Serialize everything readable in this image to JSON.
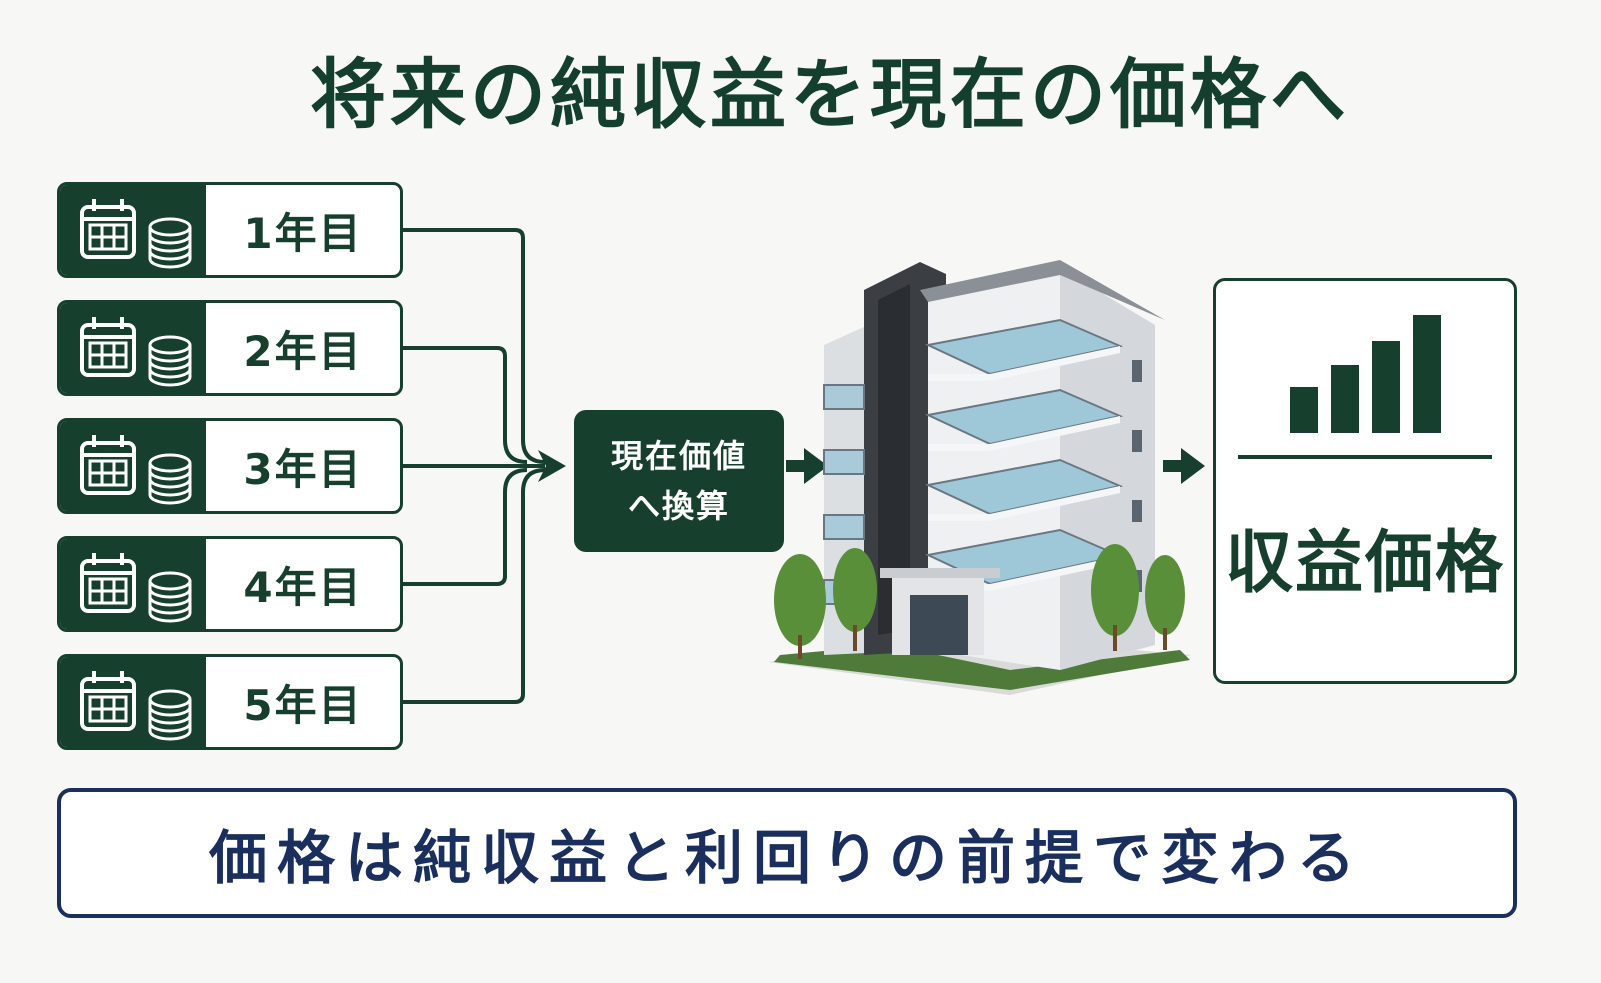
{
  "title": "将来の純収益を現在の価格へ",
  "years": [
    {
      "label": "1年目",
      "icon_calendar": "calendar-icon",
      "icon_coins": "coin-stack-icon"
    },
    {
      "label": "2年目",
      "icon_calendar": "calendar-icon",
      "icon_coins": "coin-stack-icon"
    },
    {
      "label": "3年目",
      "icon_calendar": "calendar-icon",
      "icon_coins": "coin-stack-icon"
    },
    {
      "label": "4年目",
      "icon_calendar": "calendar-icon",
      "icon_coins": "coin-stack-icon"
    },
    {
      "label": "5年目",
      "icon_calendar": "calendar-icon",
      "icon_coins": "coin-stack-icon"
    }
  ],
  "convert_box": {
    "label": "現在価値\nへ換算"
  },
  "result": {
    "label": "収益価格",
    "icon": "bar-chart-icon"
  },
  "building_icon": "apartment-building-image",
  "footer": {
    "text": "価格は純収益と利回りの前提で変わる"
  },
  "colors": {
    "primary_green": "#163f2d",
    "navy": "#1b2f5e",
    "background": "#f7f7f6"
  }
}
